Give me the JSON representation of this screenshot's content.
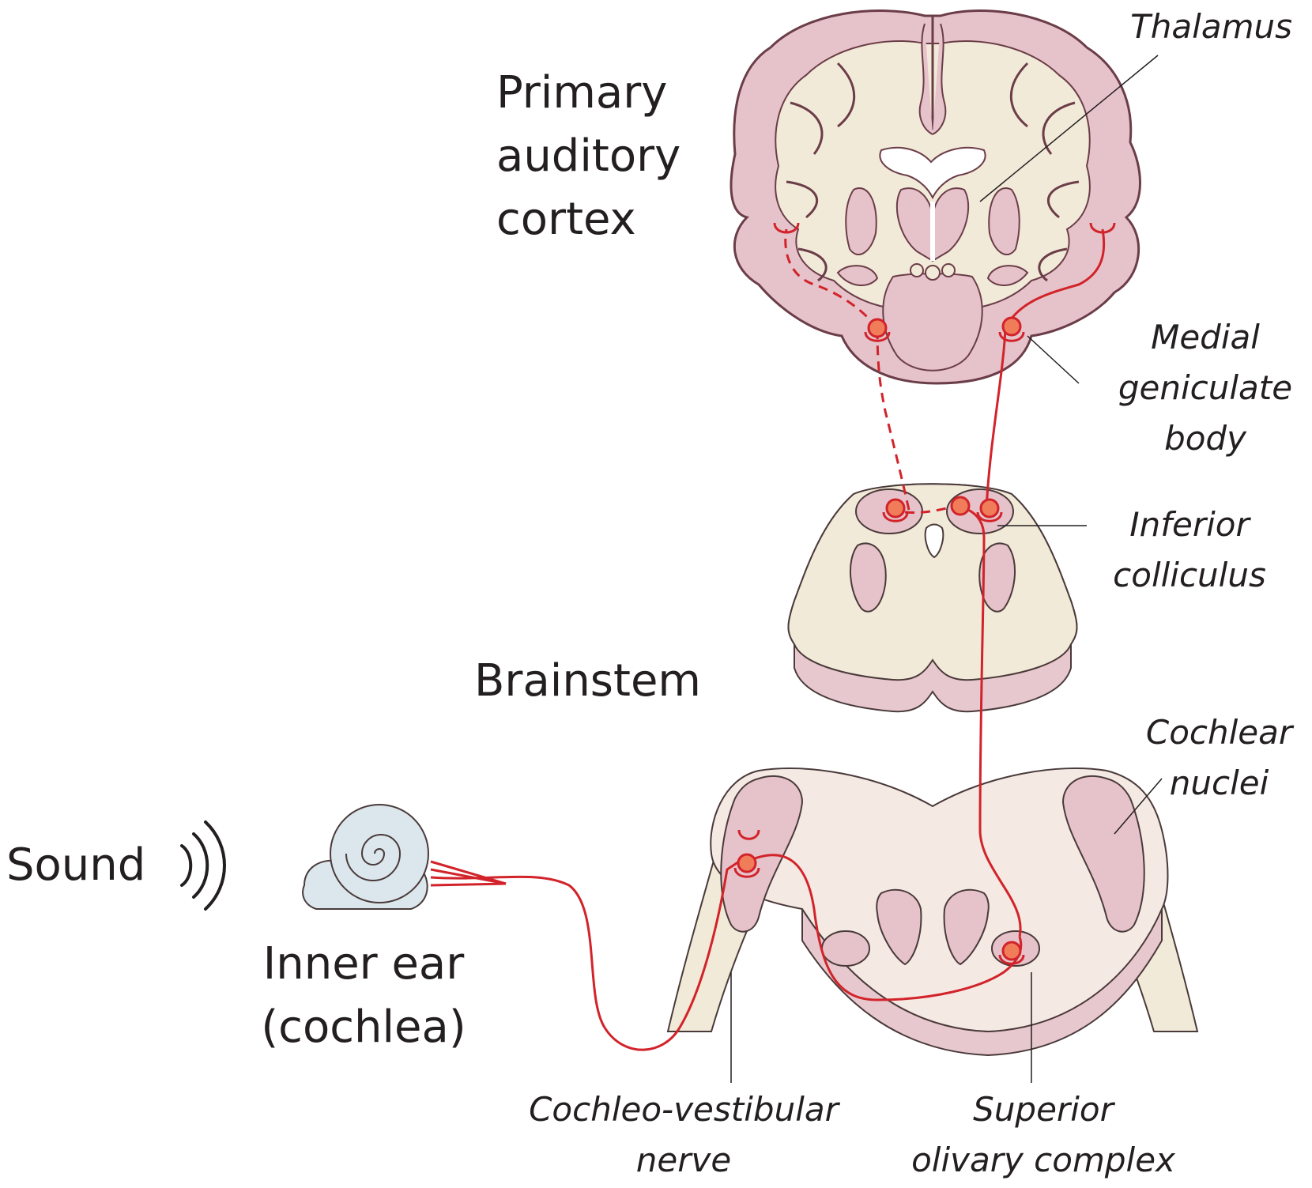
{
  "labels": {
    "primary_cortex": "Primary\nauditory\ncortex",
    "thalamus": "Thalamus",
    "medial_geniculate": "Medial\ngeniculate\nbody",
    "inferior_colliculus": "Inferior\ncolliculus",
    "brainstem": "Brainstem",
    "cochlear_nuclei": "Cochlear\nnuclei",
    "sound": "Sound",
    "inner_ear": "Inner ear\n(cochlea)",
    "cochleo_vestibular": "Cochleo-vestibular\nnerve",
    "superior_olivary": "Superior\nolivary complex"
  },
  "colors": {
    "brain_pink": "#e6c3ca",
    "brain_outline": "#6b3d48",
    "white_matter": "#f2ead8",
    "pathway_red": "#d2232a",
    "neuron_orange": "#f07c5a",
    "cochlea_blue": "#dbe7ec",
    "text": "#231f20"
  }
}
